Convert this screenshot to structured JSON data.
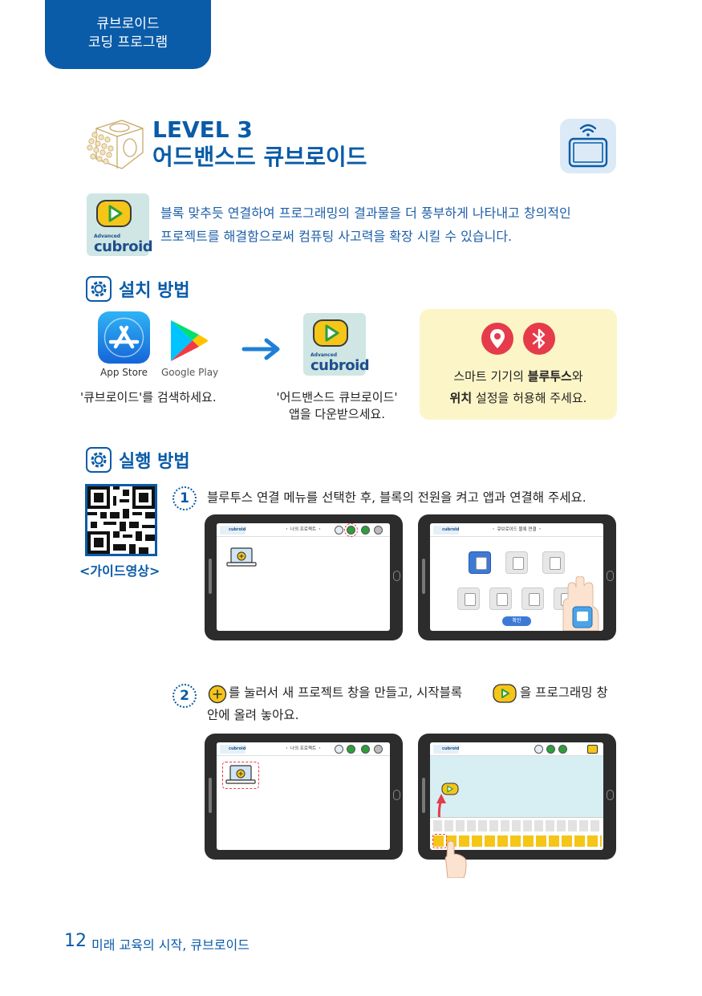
{
  "header_tab": {
    "line1": "큐브로이드",
    "line2": "코딩 프로그램"
  },
  "level": {
    "line1": "LEVEL 3",
    "line2": "어드밴스드 큐브로이드"
  },
  "app_icon": {
    "small": "Advanced",
    "brand": "cubroid"
  },
  "intro": {
    "line1": "블록 맞추듯 연결하여 프로그래밍의 결과물을 더 풍부하게 나타내고 창의적인",
    "line2": "프로젝트를 해결함으로써 컴퓨팅 사고력을 확장 시킬 수 있습니다."
  },
  "install": {
    "title": "설치 방법",
    "app_store": "App Store",
    "google_play": "Google Play",
    "search_caption": "'큐브로이드'를 검색하세요.",
    "download_caption_1": "'어드밴스드 큐브로이드'",
    "download_caption_2": "앱을 다운받으세요.",
    "perm_line1_pre": "스마트 기기의 ",
    "perm_line1_bold": "블루투스",
    "perm_line1_post": "와",
    "perm_line2_bold": "위치",
    "perm_line2_post": " 설정을 허용해 주세요."
  },
  "run": {
    "title": "실행 방법",
    "guide": "<가이드영상>",
    "step1": {
      "num": "1",
      "text": "블루투스 연결 메뉴를 선택한 후, 블록의 전원을 켜고 앱과 연결해 주세요."
    },
    "step2": {
      "num": "2",
      "text_a": "를 눌러서 새 프로젝트 창을 만들고, 시작블록",
      "text_b": "을 프로그래밍 창",
      "text_c": "안에 올려 놓아요."
    },
    "screen_project_title": "・ 나의 프로젝트 ・",
    "screen_connect_title": "・ 큐브로이드 블록 연결 ・",
    "screen_logo": "cubroid",
    "confirm_button": "확인"
  },
  "footer": {
    "page": "12",
    "text": "미래 교육의 시작, 큐브로이드"
  },
  "colors": {
    "primary": "#0a5ba8",
    "accent_yellow": "#f5c518",
    "perm_bg": "#fcf5c7",
    "arrow": "#1e7fd8",
    "location_red": "#e63b4a"
  }
}
